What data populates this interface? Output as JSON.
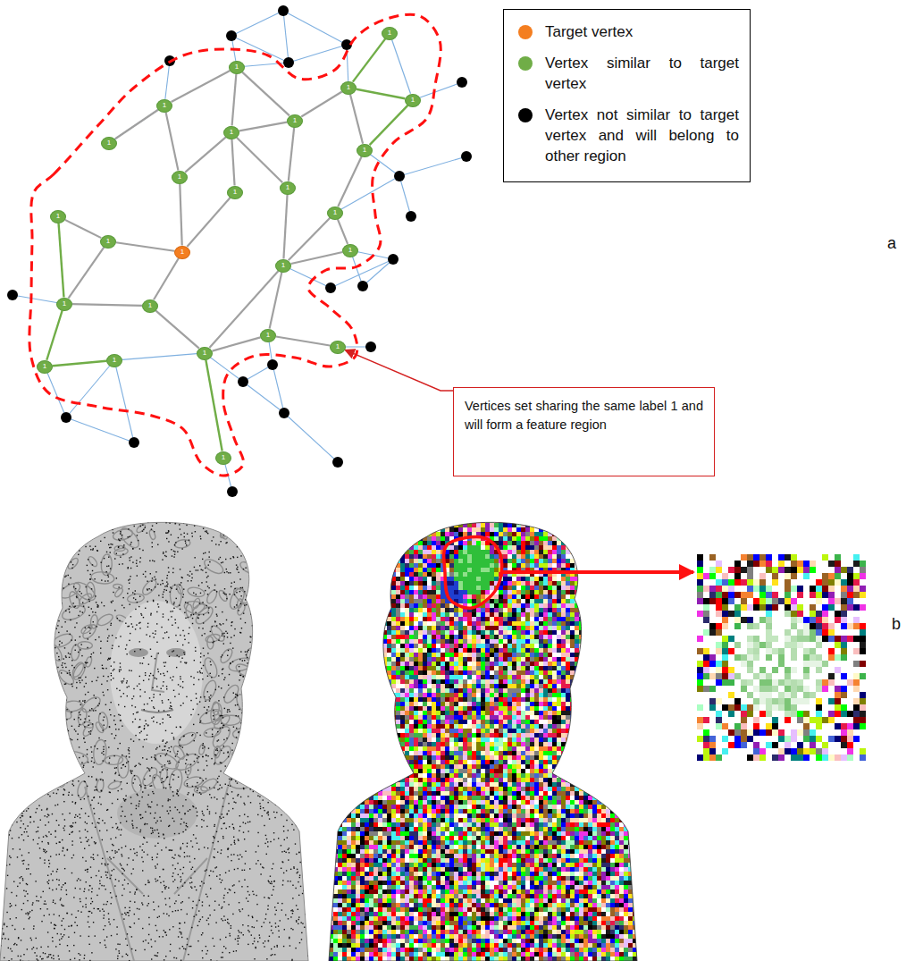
{
  "diagram": {
    "nodes": [
      {
        "text": [
          "1"
        ]
      },
      {
        "text": [
          "1"
        ]
      },
      {
        "text": [
          "1"
        ]
      },
      {
        "text": [
          "1"
        ]
      },
      {
        "text": [
          "1"
        ]
      },
      {
        "text": [
          "1"
        ]
      },
      {
        "text": [
          "1"
        ]
      },
      {
        "text": [
          "1"
        ]
      },
      {
        "text": [
          "1"
        ]
      },
      {
        "text": [
          "1"
        ]
      },
      {
        "text": [
          "1"
        ]
      },
      {
        "text": [
          "1"
        ]
      },
      {
        "text": [
          "1"
        ]
      },
      {
        "text": [
          "1"
        ]
      },
      {
        "text": [
          "1"
        ]
      },
      {
        "text": [
          "1"
        ]
      },
      {
        "text": [
          "1"
        ]
      },
      {
        "text": [
          "1"
        ]
      },
      {
        "text": [
          "1"
        ]
      },
      {
        "text": [
          "1"
        ]
      },
      {
        "text": [
          "1"
        ]
      },
      {
        "text": [
          "1"
        ]
      },
      {
        "text": [
          "1"
        ]
      },
      {
        "text": [
          "1"
        ]
      },
      {
        "text": [
          "1"
        ]
      },
      {
        "text": [
          "1"
        ]
      },
      {
        "text": [
          "Vertices set sharing the same label 1 and will form a feature region"
        ]
      }
    ],
    "edges": [
      {
        "from": 4,
        "to": 1,
        "arrow": "none"
      },
      {
        "from": 4,
        "to": 7,
        "arrow": "none"
      },
      {
        "from": 4,
        "to": 9,
        "arrow": "none"
      },
      {
        "from": 1,
        "to": 6,
        "arrow": "none"
      },
      {
        "from": 1,
        "to": 5,
        "arrow": "none"
      },
      {
        "from": 6,
        "to": 5,
        "arrow": "none"
      },
      {
        "from": 6,
        "to": 9,
        "arrow": "none"
      },
      {
        "from": 6,
        "to": 11,
        "arrow": "none"
      },
      {
        "from": 6,
        "to": 10,
        "arrow": "none"
      },
      {
        "from": 5,
        "to": 2,
        "arrow": "none"
      },
      {
        "from": 5,
        "to": 10,
        "arrow": "none"
      },
      {
        "from": 2,
        "to": 0,
        "arrow": "none"
      },
      {
        "from": 2,
        "to": 3,
        "arrow": "none"
      },
      {
        "from": 0,
        "to": 3,
        "arrow": "none"
      },
      {
        "from": 3,
        "to": 8,
        "arrow": "none"
      },
      {
        "from": 2,
        "to": 8,
        "arrow": "none"
      },
      {
        "from": 8,
        "to": 12,
        "arrow": "none"
      },
      {
        "from": 11,
        "to": 16,
        "arrow": "none"
      },
      {
        "from": 16,
        "to": 14,
        "arrow": "none"
      },
      {
        "from": 16,
        "to": 9,
        "arrow": "none"
      },
      {
        "from": 16,
        "to": 19,
        "arrow": "none"
      },
      {
        "from": 14,
        "to": 13,
        "arrow": "none"
      },
      {
        "from": 13,
        "to": 18,
        "arrow": "none"
      },
      {
        "from": 14,
        "to": 18,
        "arrow": "none"
      },
      {
        "from": 18,
        "to": 19,
        "arrow": "none"
      },
      {
        "from": 18,
        "to": 24,
        "arrow": "none"
      },
      {
        "from": 24,
        "to": 23,
        "arrow": "none"
      },
      {
        "from": 19,
        "to": 22,
        "arrow": "none"
      },
      {
        "from": 23,
        "to": 22,
        "arrow": "none"
      },
      {
        "from": 22,
        "to": 20,
        "arrow": "none"
      },
      {
        "from": 22,
        "to": 25,
        "arrow": "none"
      },
      {
        "from": 20,
        "to": 21,
        "arrow": "none"
      },
      {
        "from": 20,
        "to": 17,
        "arrow": "none"
      },
      {
        "from": 17,
        "to": 12,
        "arrow": "none"
      },
      {
        "from": 17,
        "to": 15,
        "arrow": "none"
      },
      {
        "from": 12,
        "to": 15,
        "arrow": "none"
      },
      {
        "from": 17,
        "to": 22,
        "arrow": "none"
      },
      {
        "from": 10,
        "to": 17,
        "arrow": "none"
      },
      {
        "from": 26,
        "to": 21,
        "arrow": "to"
      }
    ],
    "labels": [
      "a",
      "b"
    ],
    "legend": [
      {
        "text": "Target vertex",
        "color": "#f47e20"
      },
      {
        "text": "Vertex similar to target vertex",
        "color": "#70ad47"
      },
      {
        "text": "Vertex not similar to target vertex and will belong to other region",
        "color": "#000000"
      }
    ]
  }
}
